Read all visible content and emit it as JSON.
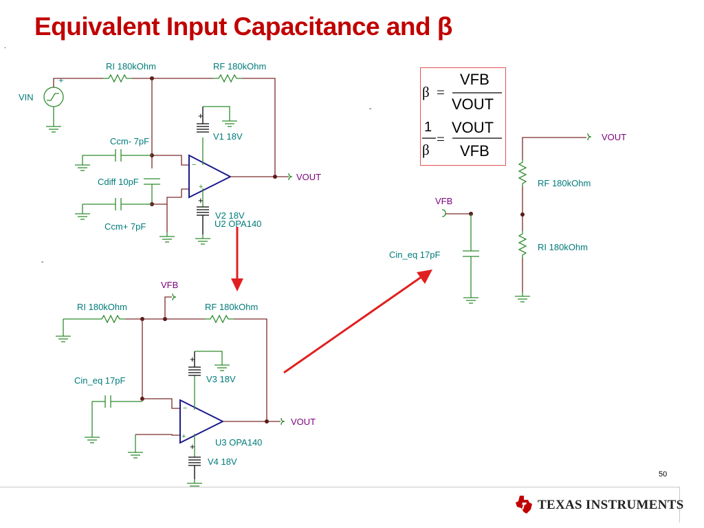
{
  "slide": {
    "title": "Equivalent Input Capacitance and β",
    "page_number": "50",
    "brand_word1": "Texas",
    "brand_word2": "Instruments"
  },
  "colors": {
    "title": "#c00000",
    "component_label": "#007a7a",
    "net_label": "#7a007a",
    "wire": "#7a2a2a",
    "ground_and_caps": "#2e8b2e",
    "opamp_outline": "#1a1a8c",
    "arrow": "#e02020",
    "ti_logo": "#c00000"
  },
  "circuit1": {
    "source_label": "VIN",
    "ri_label": "RI 180kOhm",
    "rf_label": "RF 180kOhm",
    "ccm_minus_label": "Ccm- 7pF",
    "cdiff_label": "Cdiff 10pF",
    "ccm_plus_label": "Ccm+ 7pF",
    "v_pos_supply_label": "V1 18V",
    "v_neg_supply_label": "V2 18V",
    "opamp_label": "U2 OPA140",
    "output_net": "VOUT"
  },
  "circuit2": {
    "feedback_net": "VFB",
    "ri_label": "RI 180kOhm",
    "rf_label": "RF 180kOhm",
    "cin_label": "Cin_eq 17pF",
    "v_pos_supply_label": "V3 18V",
    "v_neg_supply_label": "V4 18V",
    "opamp_label": "U3 OPA140",
    "output_net": "VOUT"
  },
  "circuit3": {
    "input_net": "VFB",
    "cin_label": "Cin_eq 17pF"
  },
  "circuit4": {
    "output_net": "VOUT",
    "rf_label": "RF 180kOhm",
    "ri_label": "RI 180kOhm"
  },
  "formula": {
    "beta": "β",
    "equals": "=",
    "one": "1",
    "vfb": "VFB",
    "vout": "VOUT"
  },
  "pins": {
    "plus": "+",
    "minus": "−"
  }
}
